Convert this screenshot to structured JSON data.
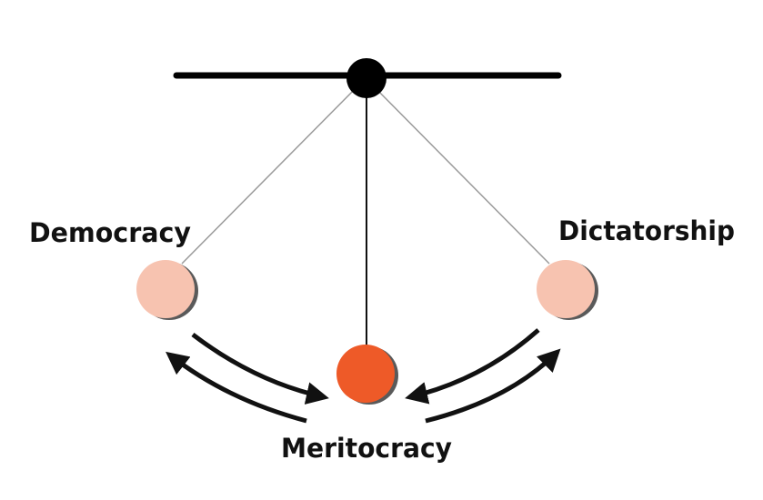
{
  "labels": {
    "left": "Democracy",
    "right": "Dictatorship",
    "bottom": "Meritocracy"
  },
  "colors": {
    "bar": "#000000",
    "string_side": "#9a9a9a",
    "string_center": "#111111",
    "bob_side": "#f7c3b0",
    "bob_center": "#ee5a28",
    "bob_shadow": "#5a5a5a",
    "arrow": "#111111",
    "text": "#111111"
  }
}
